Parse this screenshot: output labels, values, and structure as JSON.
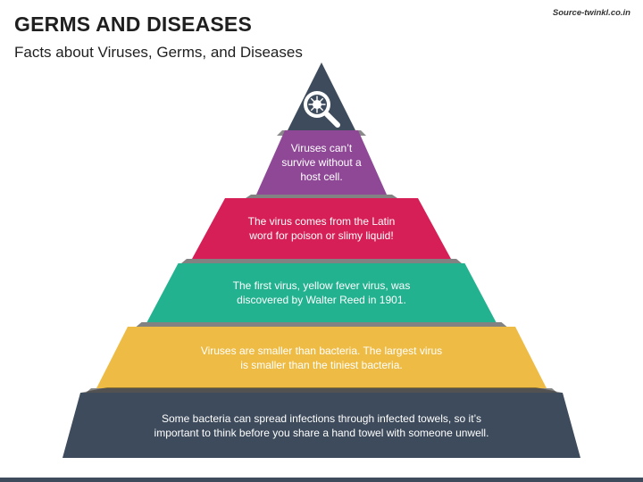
{
  "header": {
    "title": "GERMS AND DISEASES",
    "subtitle": "Facts about Viruses, Germs, and Diseases",
    "source": "Source-twinkl.co.in"
  },
  "pyramid": {
    "apex_icon": "magnifier-virus-icon",
    "layers": [
      {
        "lines": [
          "Viruses can’t",
          "survive without a",
          "host cell."
        ],
        "color": "#8e4896"
      },
      {
        "lines": [
          "The virus comes from the Latin",
          "word for poison or slimy liquid!"
        ],
        "color": "#d61f56"
      },
      {
        "lines": [
          "The first virus, yellow fever virus, was",
          "discovered by Walter Reed in 1901."
        ],
        "color": "#23b28f"
      },
      {
        "lines": [
          "Viruses are smaller than bacteria. The largest virus",
          "is smaller than the tiniest bacteria."
        ],
        "color": "#eebc45"
      },
      {
        "lines": [
          "Some bacteria can spread infections through infected towels, so it’s",
          "important to think before you share a hand towel with someone unwell."
        ],
        "color": "#3d4b5c"
      }
    ],
    "apex_color": "#3d4b5c"
  }
}
